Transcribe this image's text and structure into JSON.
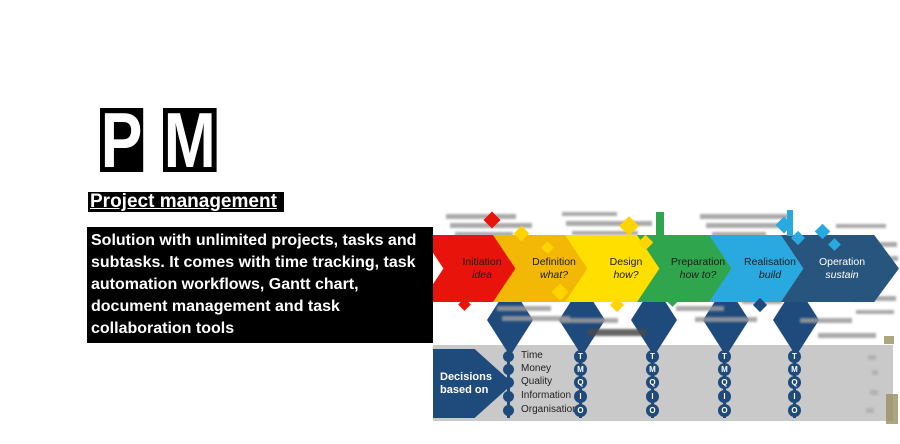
{
  "hero": {
    "logo_letters": [
      "P",
      "M"
    ],
    "title": "Project management",
    "description_lines": [
      "Solution with unlimited projects, tasks and",
      "subtasks. It comes with time tracking, task",
      "automation workflows, Gantt chart,",
      "document management and task",
      "collaboration tools"
    ]
  },
  "diagram": {
    "phases": [
      {
        "line1": "Initiation",
        "line2": "idea",
        "color": "#e8130b"
      },
      {
        "line1": "Definition",
        "line2": "what?",
        "color": "#f3b705"
      },
      {
        "line1": "Design",
        "line2": "how?",
        "color": "#ffdf00"
      },
      {
        "line1": "Preparation",
        "line2": "how to?",
        "color": "#2fa64d"
      },
      {
        "line1": "Realisation",
        "line2": "build",
        "color": "#2aa9e0"
      },
      {
        "line1": "Operation",
        "line2": "sustain",
        "color": "#27557d"
      }
    ],
    "decisions_arrow": {
      "line1": "Decisions",
      "line2": "based on"
    },
    "criteria": [
      "Time",
      "Money",
      "Quality",
      "Information",
      "Organisation"
    ],
    "gate_letters": [
      "T",
      "M",
      "Q",
      "I",
      "O"
    ],
    "colors": {
      "gate": "#1f4a7c",
      "band": "#c9c9c9",
      "operation_text": "#ffffff"
    }
  }
}
